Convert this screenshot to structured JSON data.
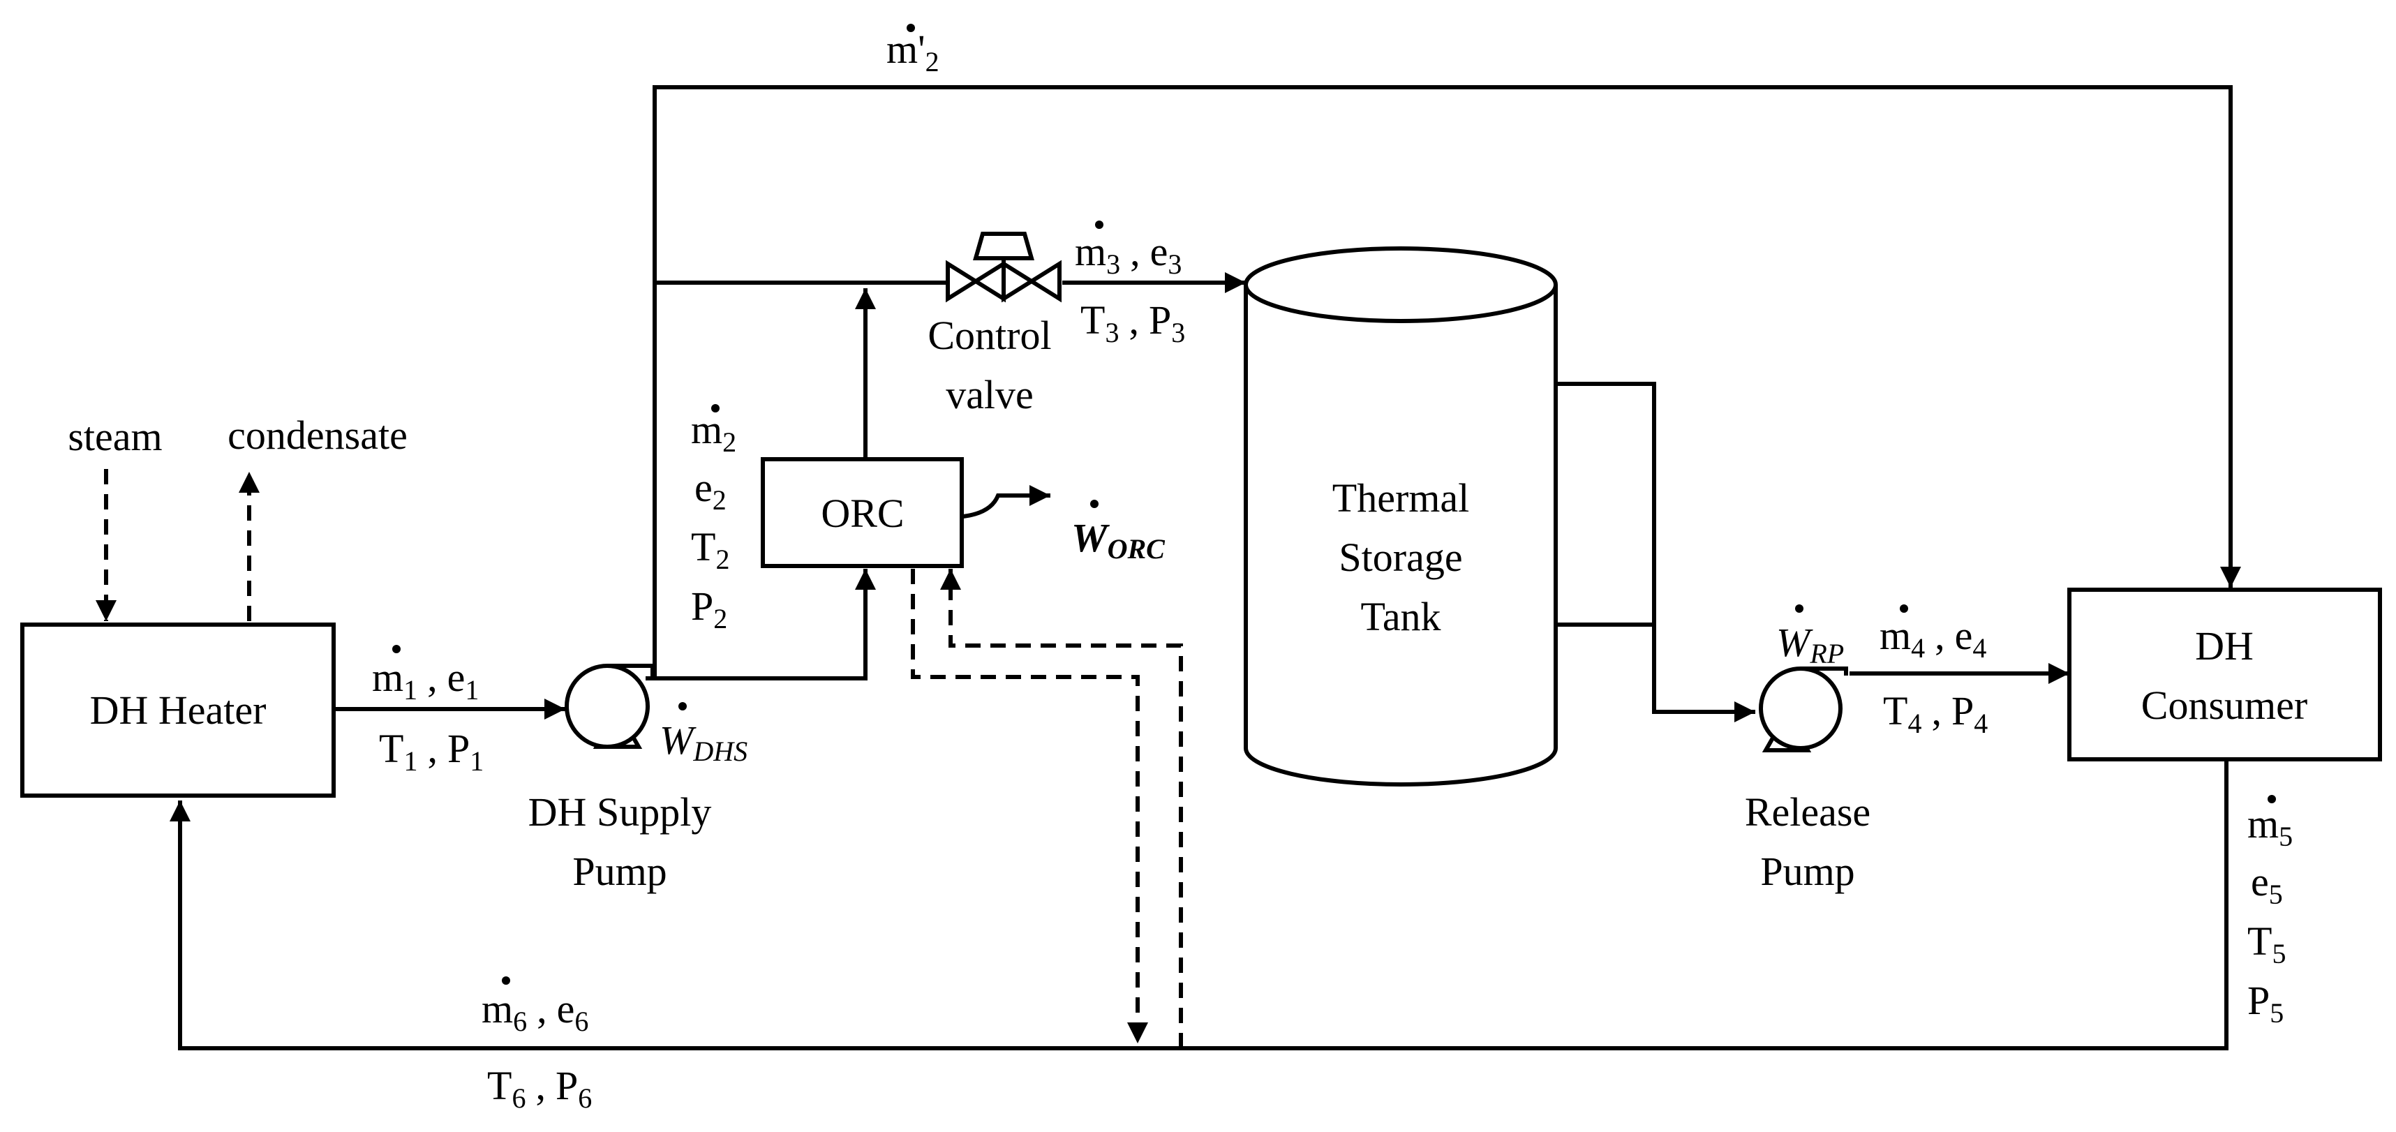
{
  "components": {
    "dh_heater": "DH Heater",
    "orc": "ORC",
    "thermal_storage_tank": [
      "Thermal",
      "Storage",
      "Tank"
    ],
    "dh_consumer": [
      "DH",
      "Consumer"
    ],
    "dh_supply_pump": [
      "DH Supply",
      "Pump"
    ],
    "release_pump": [
      "Release",
      "Pump"
    ],
    "control_valve": [
      "Control",
      "valve"
    ]
  },
  "external_streams": {
    "steam": "steam",
    "condensate": "condensate"
  },
  "state_points": {
    "s1": {
      "m": "m",
      "sub": "1",
      "e": "e",
      "T": "T",
      "P": "P"
    },
    "s2": {
      "m": "m",
      "sub": "2",
      "e": "e",
      "T": "T",
      "P": "P"
    },
    "s2_prime": {
      "m": "m'",
      "sub": "2"
    },
    "s3": {
      "m": "m",
      "sub": "3",
      "e": "e",
      "T": "T",
      "P": "P"
    },
    "s4": {
      "m": "m",
      "sub": "4",
      "e": "e",
      "T": "T",
      "P": "P"
    },
    "s5": {
      "m": "m",
      "sub": "5",
      "e": "e",
      "T": "T",
      "P": "P"
    },
    "s6": {
      "m": "m",
      "sub": "6",
      "e": "e",
      "T": "T",
      "P": "P"
    }
  },
  "separator": ",",
  "work": {
    "orc": {
      "symbol": "W",
      "sub": "ORC"
    },
    "dhs_pump": {
      "symbol": "W",
      "sub": "DHS"
    },
    "release_pump": {
      "symbol": "W",
      "sub": "RP"
    }
  }
}
